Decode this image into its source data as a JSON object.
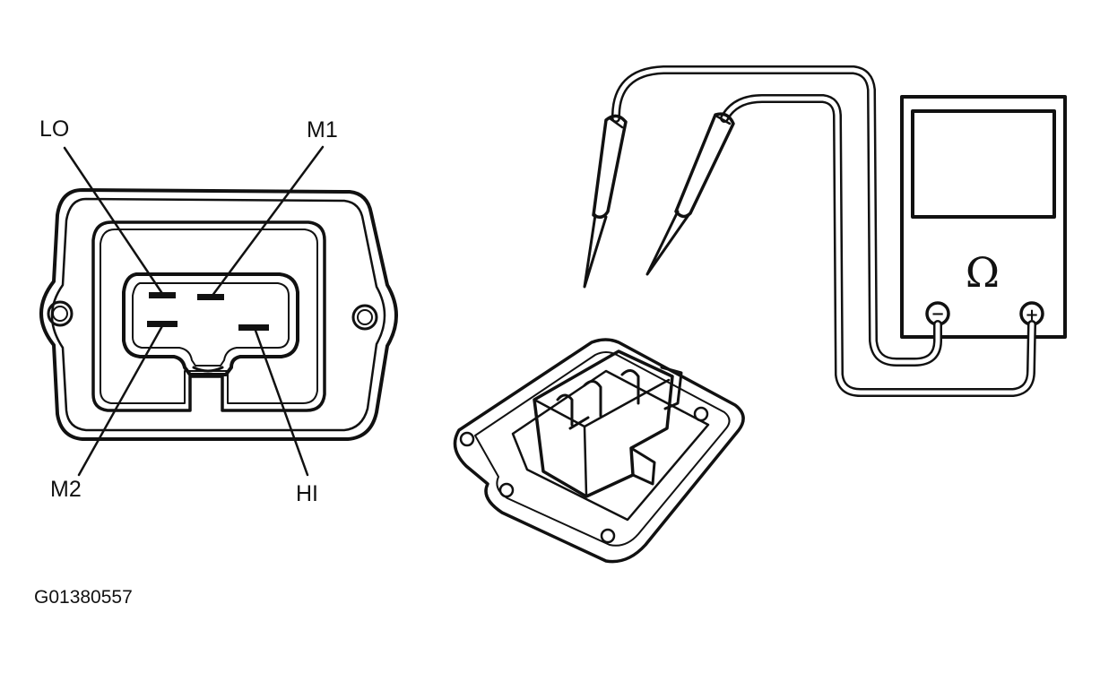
{
  "connector": {
    "terminals": [
      {
        "key": "lo",
        "label": "LO"
      },
      {
        "key": "m1",
        "label": "M1"
      },
      {
        "key": "m2",
        "label": "M2"
      },
      {
        "key": "hi",
        "label": "HI"
      }
    ]
  },
  "meter": {
    "symbol": "Ω",
    "negative": "−",
    "positive": "+"
  },
  "figure_id": "G01380557",
  "colors": {
    "ink": "#111111",
    "paper": "#ffffff"
  }
}
